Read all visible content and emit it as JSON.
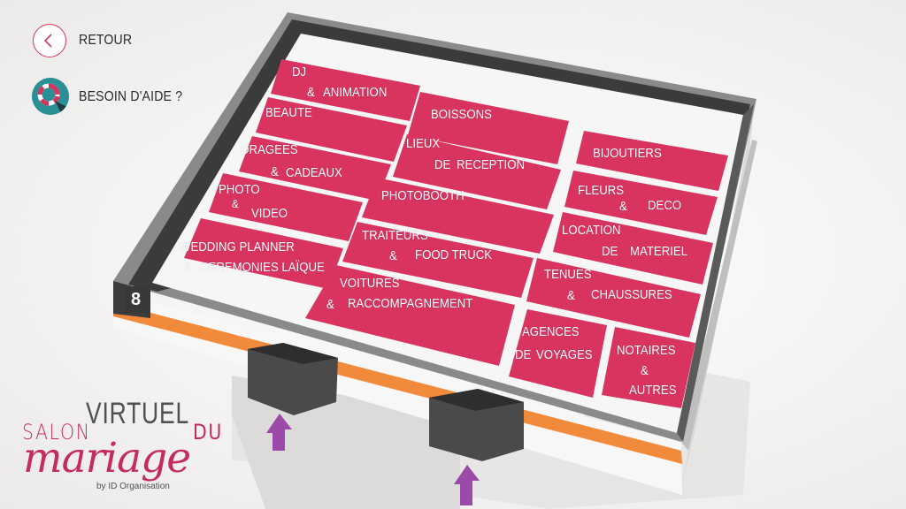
{
  "nav": {
    "back_label": "RETOUR",
    "help_label": "BESOIN D'AIDE ?"
  },
  "logo": {
    "salon": "SALON",
    "virtuel": "VIRTUEL",
    "du": "DU",
    "mariage": "mariage",
    "by": "by ID Organisation"
  },
  "building_marker": "8",
  "zones": {
    "dj": [
      "DJ",
      "&",
      "ANIMATION"
    ],
    "beaute": [
      "BEAUTE"
    ],
    "boissons": [
      "BOISSONS"
    ],
    "dragees": [
      "DRAGEES",
      "&",
      "CADEAUX"
    ],
    "lieux": [
      "LIEUX",
      "DE",
      "RECEPTION"
    ],
    "bijoutiers": [
      "BIJOUTIERS"
    ],
    "photo": [
      "PHOTO",
      "&",
      "VIDEO"
    ],
    "photobooth": [
      "PHOTOBOOTH"
    ],
    "fleurs": [
      "FLEURS",
      "&",
      "DECO"
    ],
    "wedding": [
      "WEDDING PLANNER",
      "&",
      "CEREMONIES LAÏQUE"
    ],
    "traiteurs": [
      "TRAITEURS",
      "&",
      "FOOD TRUCK"
    ],
    "location": [
      "LOCATION",
      "DE",
      "MATERIEL"
    ],
    "voitures": [
      "VOITURES",
      "&",
      "RACCOMPAGNEMENT"
    ],
    "tenues": [
      "TENUES",
      "&",
      "CHAUSSURES"
    ],
    "agences": [
      "AGENCES",
      "DE",
      "VOYAGES"
    ],
    "notaires": [
      "NOTAIRES",
      "&",
      "AUTRES"
    ]
  },
  "colors": {
    "zone": "#d8345f",
    "accent": "#c62b5d",
    "help": "#2b8f95",
    "facade": "#f28a3c",
    "arrow": "#9b4aa8"
  }
}
